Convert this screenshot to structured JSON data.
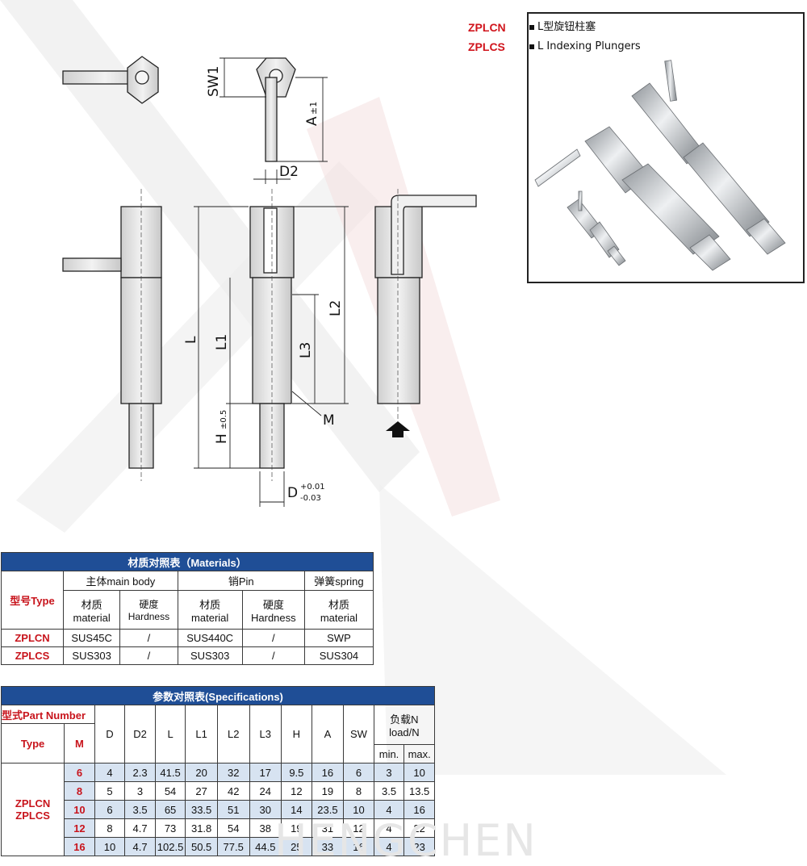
{
  "header": {
    "codes": [
      "ZPLCN",
      "ZPLCS"
    ],
    "titles": [
      "L型旋钮柱塞",
      "L Indexing Plungers"
    ]
  },
  "drawing_labels": {
    "sw1": "SW1",
    "a": "A",
    "a_tol": "±1",
    "d2": "D2",
    "l": "L",
    "l1": "L1",
    "l2": "L2",
    "l3": "L3",
    "m": "M",
    "h": "H",
    "h_tol": "±0.5",
    "d": "D",
    "d_tol_plus": "+0.01",
    "d_tol_minus": "-0.03"
  },
  "materials": {
    "title": "材质对照表（Materials）",
    "type_label": "型号Type",
    "groups": [
      "主体main body",
      "销Pin",
      "弹簧spring"
    ],
    "sub_material": [
      "材质",
      "material"
    ],
    "sub_hardness": [
      "硬度",
      "Hardness"
    ],
    "rows": [
      {
        "type": "ZPLCN",
        "cells": [
          "SUS45C",
          "/",
          "SUS440C",
          "/",
          "SWP"
        ]
      },
      {
        "type": "ZPLCS",
        "cells": [
          "SUS303",
          "/",
          "SUS303",
          "/",
          "SUS304"
        ]
      }
    ]
  },
  "specs": {
    "title": "参数对照表(Specifications)",
    "part_number": "型式Part Number",
    "type_label": "Type",
    "m_label": "M",
    "columns": [
      "D",
      "D2",
      "L",
      "L1",
      "L2",
      "L3",
      "H",
      "A",
      "SW"
    ],
    "load_label_1": "负载N",
    "load_label_2": "load/N",
    "min": "min.",
    "max": "max.",
    "type_values": [
      "ZPLCN",
      "ZPLCS"
    ],
    "rows": [
      {
        "m": "6",
        "values": [
          "4",
          "2.3",
          "41.5",
          "20",
          "32",
          "17",
          "9.5",
          "16",
          "6",
          "3",
          "10"
        ]
      },
      {
        "m": "8",
        "values": [
          "5",
          "3",
          "54",
          "27",
          "42",
          "24",
          "12",
          "19",
          "8",
          "3.5",
          "13.5"
        ]
      },
      {
        "m": "10",
        "values": [
          "6",
          "3.5",
          "65",
          "33.5",
          "51",
          "30",
          "14",
          "23.5",
          "10",
          "4",
          "16"
        ]
      },
      {
        "m": "12",
        "values": [
          "8",
          "4.7",
          "73",
          "31.8",
          "54",
          "38",
          "19",
          "31",
          "12",
          "4",
          "22"
        ]
      },
      {
        "m": "16",
        "values": [
          "10",
          "4.7",
          "102.5",
          "50.5",
          "77.5",
          "44.5",
          "25",
          "33",
          "16",
          "4",
          "23"
        ]
      }
    ]
  },
  "watermark": {
    "brand": "HENGCHEN"
  }
}
